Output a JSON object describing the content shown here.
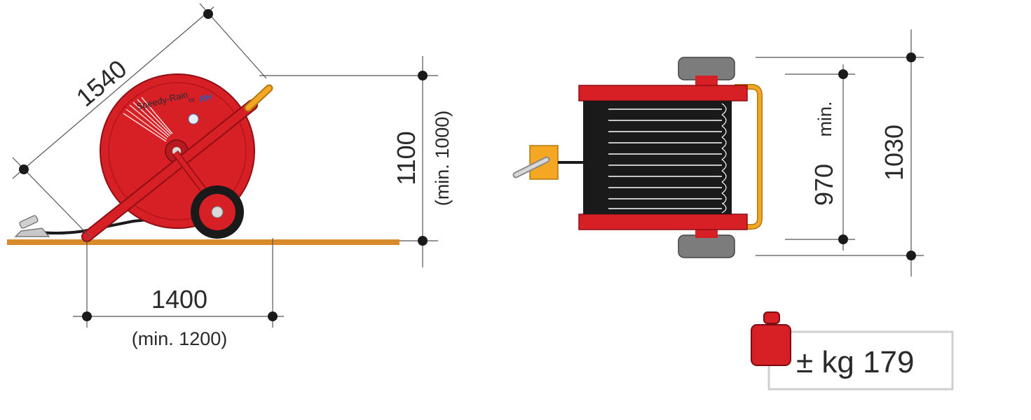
{
  "side_view": {
    "diagonal_length": "1540",
    "height": "1100",
    "height_min": "(min. 1000)",
    "ground_length": "1400",
    "ground_length_min": "(min. 1200)",
    "reel_brand": "Speedy-Rain",
    "reel_brand_suffix": "by",
    "reel_brand_logo": "RH"
  },
  "top_view": {
    "inner_width": "970",
    "inner_width_suffix": "min.",
    "outer_width": "1030"
  },
  "weight": {
    "label": "± kg 179",
    "icon": "weight-icon"
  },
  "colors": {
    "reel_red": "#d71f26",
    "ground": "#d98a2b",
    "handle_orange": "#f5a623",
    "hose_black": "#1a1a1a",
    "tyre_gray": "#7c7c7c",
    "dimension_line": "#555555"
  }
}
